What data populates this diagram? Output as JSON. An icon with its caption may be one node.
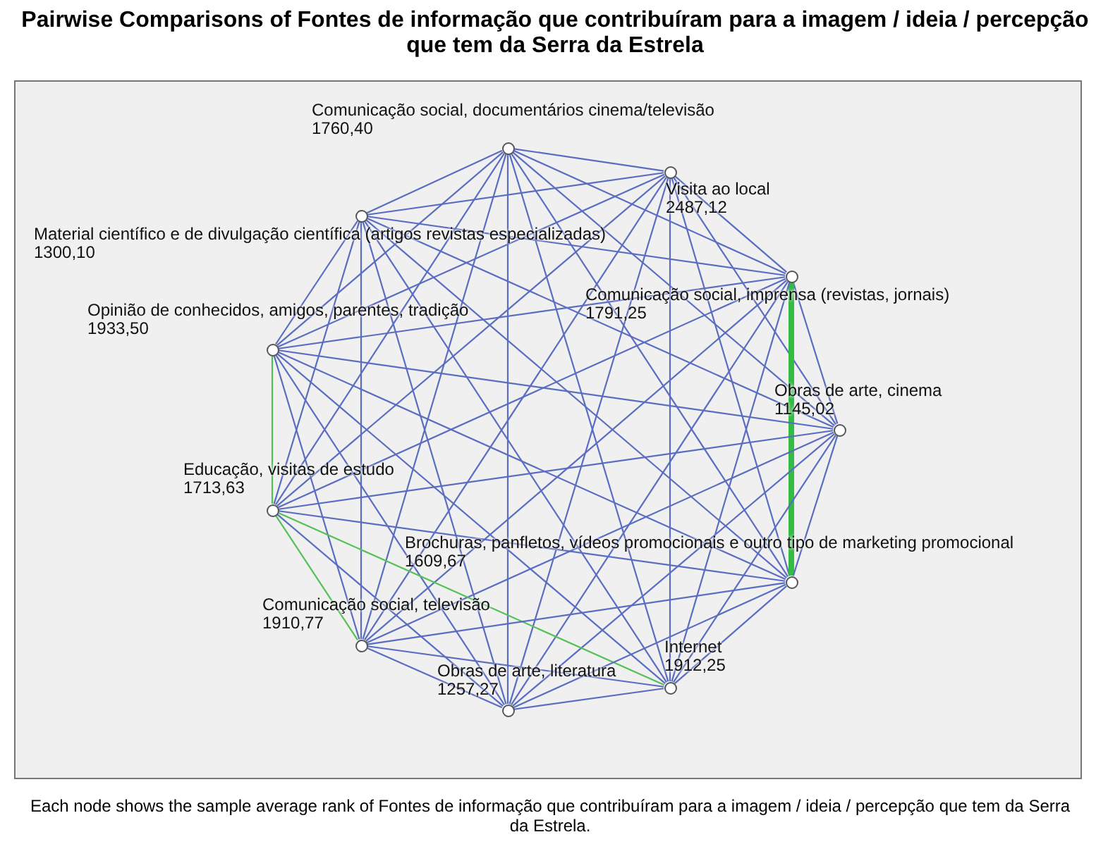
{
  "diagram": {
    "title": "Pairwise Comparisons of Fontes de informação que contribuíram para a imagem / ideia / percepção que tem da Serra da Estrela",
    "caption": "Each node shows the sample average rank of Fontes de informação que contribuíram para a imagem / ideia / percepção que tem da Serra da Estrela.",
    "nodes": [
      {
        "text": [
          "Comunicação social, documentários cinema/televisão",
          "1760,40"
        ]
      },
      {
        "text": [
          "Visita ao local",
          "2487,12"
        ]
      },
      {
        "text": [
          "Material científico e de divulgação científica (artigos revistas especializadas)",
          "1300,10"
        ]
      },
      {
        "text": [
          "Comunicação social, imprensa (revistas, jornais)",
          "1791,25"
        ]
      },
      {
        "text": [
          "Opinião de conhecidos, amigos, parentes, tradição",
          "1933,50"
        ]
      },
      {
        "text": [
          "Obras de arte, cinema",
          "1145,02"
        ]
      },
      {
        "text": [
          "Educação, visitas de estudo",
          "1713,63"
        ]
      },
      {
        "text": [
          "Brochuras, panfletos, vídeos promocionais e outro tipo de marketing promocional",
          "1609,67"
        ]
      },
      {
        "text": [
          "Comunicação social, televisão",
          "1910,77"
        ]
      },
      {
        "text": [
          "Internet",
          "1912,25"
        ]
      },
      {
        "text": [
          "Obras de arte, literatura",
          "1257,27"
        ]
      }
    ],
    "edges": [
      {
        "from": 0,
        "to": 1,
        "arrow": "none"
      },
      {
        "from": 0,
        "to": 2,
        "arrow": "none"
      },
      {
        "from": 0,
        "to": 3,
        "arrow": "none"
      },
      {
        "from": 0,
        "to": 4,
        "arrow": "none"
      },
      {
        "from": 0,
        "to": 5,
        "arrow": "none"
      },
      {
        "from": 0,
        "to": 6,
        "arrow": "none"
      },
      {
        "from": 0,
        "to": 7,
        "arrow": "none"
      },
      {
        "from": 0,
        "to": 8,
        "arrow": "none"
      },
      {
        "from": 0,
        "to": 9,
        "arrow": "none"
      },
      {
        "from": 0,
        "to": 10,
        "arrow": "none"
      },
      {
        "from": 1,
        "to": 2,
        "arrow": "none"
      },
      {
        "from": 1,
        "to": 3,
        "arrow": "none"
      },
      {
        "from": 1,
        "to": 4,
        "arrow": "none"
      },
      {
        "from": 1,
        "to": 5,
        "arrow": "none"
      },
      {
        "from": 1,
        "to": 6,
        "arrow": "none"
      },
      {
        "from": 1,
        "to": 7,
        "arrow": "none"
      },
      {
        "from": 1,
        "to": 8,
        "arrow": "none"
      },
      {
        "from": 1,
        "to": 9,
        "arrow": "none"
      },
      {
        "from": 1,
        "to": 10,
        "arrow": "none"
      },
      {
        "from": 2,
        "to": 3,
        "arrow": "none"
      },
      {
        "from": 2,
        "to": 4,
        "arrow": "none"
      },
      {
        "from": 2,
        "to": 5,
        "arrow": "none"
      },
      {
        "from": 2,
        "to": 6,
        "arrow": "none"
      },
      {
        "from": 2,
        "to": 7,
        "arrow": "none"
      },
      {
        "from": 2,
        "to": 8,
        "arrow": "none"
      },
      {
        "from": 2,
        "to": 9,
        "arrow": "none"
      },
      {
        "from": 2,
        "to": 10,
        "arrow": "none"
      },
      {
        "from": 3,
        "to": 4,
        "arrow": "none"
      },
      {
        "from": 3,
        "to": 5,
        "arrow": "none"
      },
      {
        "from": 3,
        "to": 6,
        "arrow": "none"
      },
      {
        "from": 3,
        "to": 7,
        "arrow": "none",
        "style": "thick",
        "color": "#33bb44"
      },
      {
        "from": 3,
        "to": 8,
        "arrow": "none"
      },
      {
        "from": 3,
        "to": 9,
        "arrow": "none"
      },
      {
        "from": 3,
        "to": 10,
        "arrow": "none"
      },
      {
        "from": 4,
        "to": 5,
        "arrow": "none"
      },
      {
        "from": 4,
        "to": 6,
        "arrow": "none",
        "color": "#55c055"
      },
      {
        "from": 4,
        "to": 7,
        "arrow": "none"
      },
      {
        "from": 4,
        "to": 8,
        "arrow": "none"
      },
      {
        "from": 4,
        "to": 9,
        "arrow": "none"
      },
      {
        "from": 4,
        "to": 10,
        "arrow": "none"
      },
      {
        "from": 5,
        "to": 6,
        "arrow": "none"
      },
      {
        "from": 5,
        "to": 7,
        "arrow": "none"
      },
      {
        "from": 5,
        "to": 8,
        "arrow": "none"
      },
      {
        "from": 5,
        "to": 9,
        "arrow": "none"
      },
      {
        "from": 5,
        "to": 10,
        "arrow": "none"
      },
      {
        "from": 6,
        "to": 7,
        "arrow": "none"
      },
      {
        "from": 6,
        "to": 8,
        "arrow": "none",
        "color": "#55c055"
      },
      {
        "from": 6,
        "to": 9,
        "arrow": "none",
        "color": "#55c055"
      },
      {
        "from": 6,
        "to": 10,
        "arrow": "none"
      },
      {
        "from": 7,
        "to": 8,
        "arrow": "none"
      },
      {
        "from": 7,
        "to": 9,
        "arrow": "none"
      },
      {
        "from": 7,
        "to": 10,
        "arrow": "none"
      },
      {
        "from": 8,
        "to": 9,
        "arrow": "none"
      },
      {
        "from": 8,
        "to": 10,
        "arrow": "none"
      },
      {
        "from": 9,
        "to": 10,
        "arrow": "none"
      }
    ]
  }
}
